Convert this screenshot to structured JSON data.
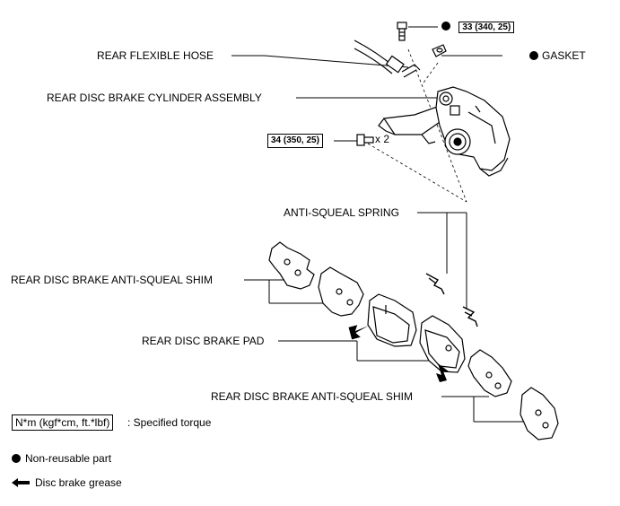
{
  "labels": {
    "rear_flexible_hose": "REAR FLEXIBLE HOSE",
    "rear_disc_brake_cylinder_assembly": "REAR DISC BRAKE CYLINDER ASSEMBLY",
    "gasket": "GASKET",
    "anti_squeal_spring": "ANTI-SQUEAL SPRING",
    "rear_disc_brake_anti_squeal_shim_upper": "REAR DISC BRAKE ANTI-SQUEAL SHIM",
    "rear_disc_brake_pad": "REAR DISC BRAKE PAD",
    "rear_disc_brake_anti_squeal_shim_lower": "REAR DISC BRAKE ANTI-SQUEAL SHIM"
  },
  "torques": {
    "union_bolt": "33 (340, 25)",
    "cylinder_bolts": "34 (350, 25)",
    "cylinder_bolts_qty": "x 2"
  },
  "legend": {
    "torque_box": "N*m (kgf*cm, ft.*lbf)",
    "torque_desc": ": Specified torque",
    "non_reusable": "Non-reusable part",
    "grease": "Disc brake grease"
  },
  "icons": {
    "non_reusable": "filled-circle",
    "grease": "left-arrow"
  },
  "colors": {
    "ink": "#000000",
    "background": "#ffffff"
  }
}
